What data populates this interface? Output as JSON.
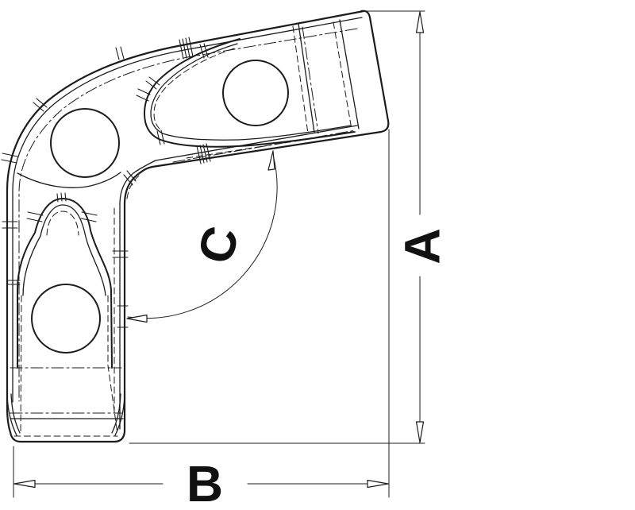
{
  "figure": {
    "kind": "technical-line-drawing",
    "subject": "articulated elbow tube joint with two bolt-hole forks and tube sockets",
    "drawing": {
      "dim_height_label": "A",
      "dim_width_label": "B",
      "dim_angle_label": "C"
    },
    "colors": {
      "line": "#1c1c1c",
      "background": "#ffffff"
    }
  }
}
